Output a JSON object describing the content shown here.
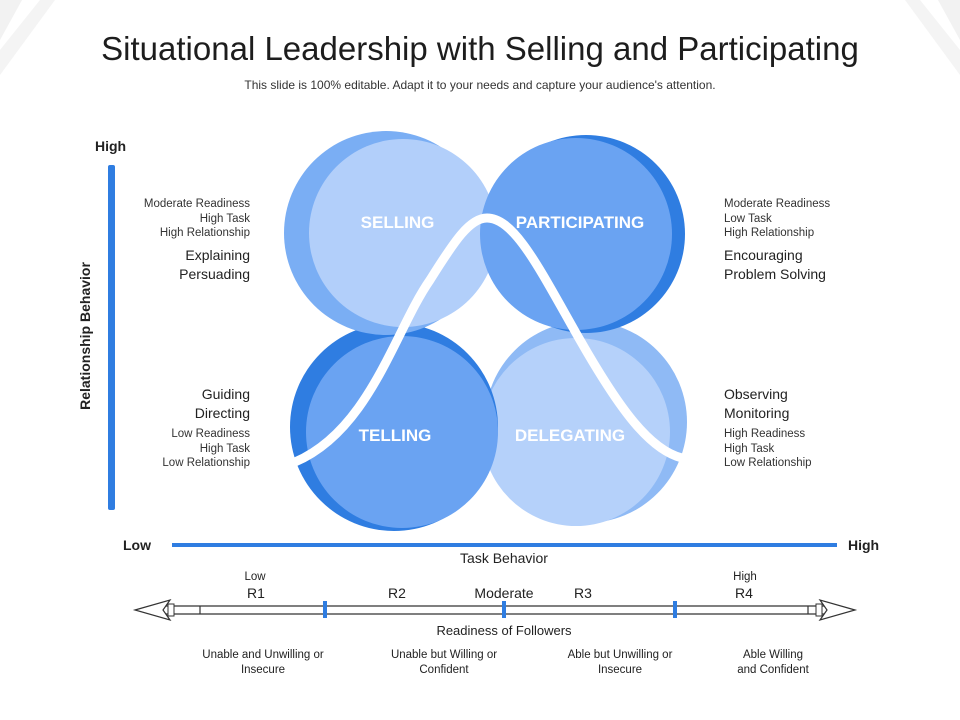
{
  "header": {
    "title": "Situational Leadership with Selling and Participating",
    "subtitle": "This slide is 100% editable. Adapt it to your needs and capture your audience's attention."
  },
  "axes": {
    "y_high": "High",
    "y_label": "Relationship Behavior",
    "x_low": "Low",
    "x_high": "High",
    "x_label": "Task Behavior"
  },
  "quadrants": {
    "selling": {
      "label": "SELLING",
      "details": [
        "Moderate Readiness",
        "High Task",
        "High Relationship"
      ],
      "actions": [
        "Explaining",
        "Persuading"
      ]
    },
    "participating": {
      "label": "PARTICIPATING",
      "details": [
        "Moderate Readiness",
        "Low Task",
        "High Relationship"
      ],
      "actions": [
        "Encouraging",
        "Problem Solving"
      ]
    },
    "telling": {
      "label": "TELLING",
      "actions": [
        "Guiding",
        "Directing"
      ],
      "details": [
        "Low Readiness",
        "High Task",
        "Low Relationship"
      ]
    },
    "delegating": {
      "label": "DELEGATING",
      "actions": [
        "Observing",
        "Monitoring"
      ],
      "details": [
        "High Readiness",
        "High Task",
        "Low Relationship"
      ]
    }
  },
  "readiness": {
    "low": "Low",
    "high": "High",
    "levels": [
      "R1",
      "R2",
      "Moderate",
      "R3",
      "R4"
    ],
    "label": "Readiness of Followers",
    "descriptions": [
      [
        "Unable and Unwilling or",
        "Insecure"
      ],
      [
        "Unable but Willing or",
        "Confident"
      ],
      [
        "Able but Unwilling or",
        "Insecure"
      ],
      [
        "Able Willing",
        "and Confident"
      ]
    ]
  },
  "colors": {
    "accent": "#2f7de1",
    "circle_dark": "#5b9bf0",
    "circle_mid": "#8fbaf5",
    "circle_light": "#b5d1fa",
    "circle_edge": "#2f7de1"
  }
}
